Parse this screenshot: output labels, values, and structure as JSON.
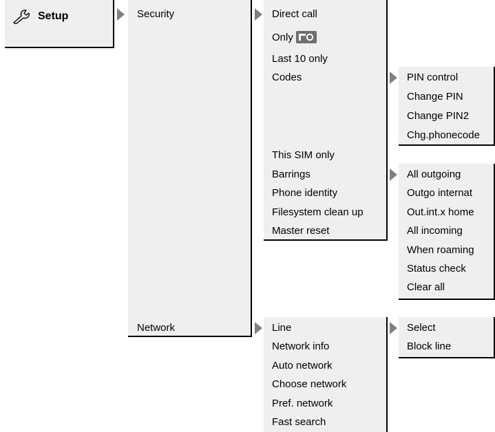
{
  "setup": {
    "label": "Setup",
    "icon": "wrench-icon"
  },
  "level1": {
    "security": "Security",
    "network": "Network"
  },
  "security_menu": {
    "direct_call": "Direct call",
    "only": "Only",
    "only_icon": "key-lock-icon",
    "last10": "Last 10 only",
    "codes": "Codes",
    "this_sim": "This SIM only",
    "barrings": "Barrings",
    "phone_identity": "Phone identity",
    "filesystem": "Filesystem clean up",
    "master_reset": "Master reset"
  },
  "codes_menu": [
    "PIN control",
    "Change PIN",
    "Change PIN2",
    "Chg.phonecode"
  ],
  "barrings_menu": [
    "All outgoing",
    "Outgo internat",
    "Out.int.x home",
    "All incoming",
    "When roaming",
    "Status check",
    "Clear all"
  ],
  "network_menu": [
    "Line",
    "Network info",
    "Auto network",
    "Choose network",
    "Pref. network",
    "Fast search"
  ],
  "line_menu": [
    "Select",
    "Block line"
  ],
  "colors": {
    "box_fill": "#efefef",
    "arrow": "#808080",
    "border": "#000000",
    "icon_fill": "#6f6f6f"
  }
}
